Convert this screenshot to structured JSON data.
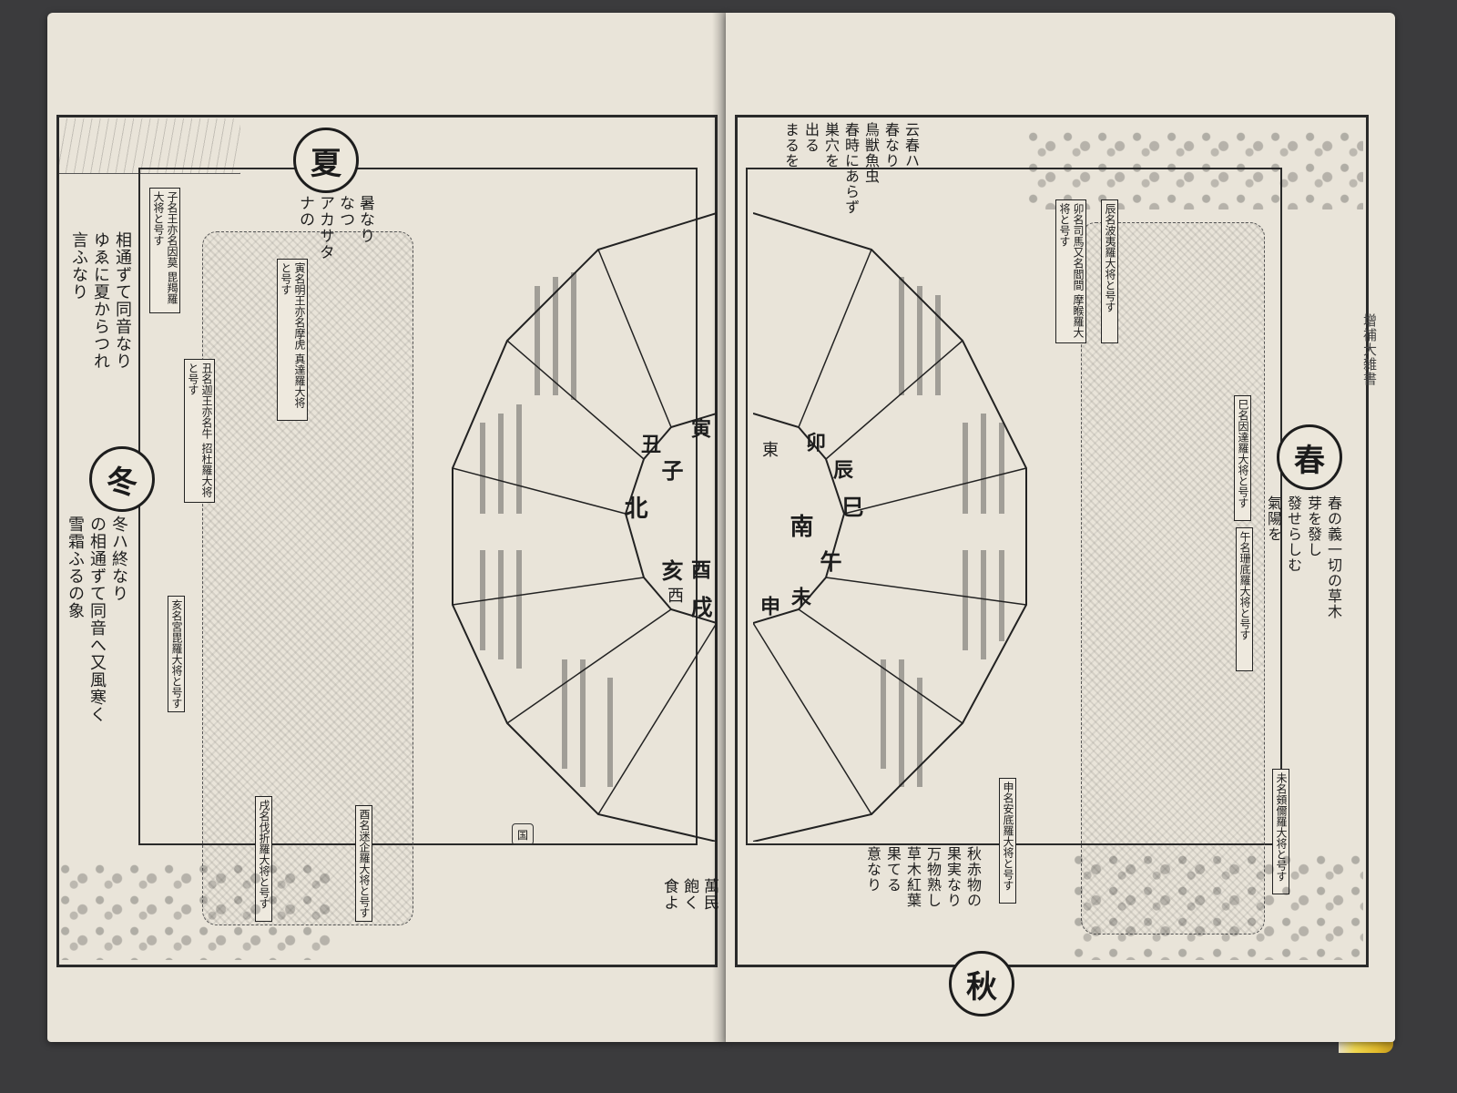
{
  "left_page": {
    "seal_top": "夏",
    "seal_winter": "冬",
    "summer_note": "暑なり\nなつ\nアカサタ\nナの",
    "winter_note_top": "相通ずて同音なり\nゆゑに夏からつれ\n言ふなり",
    "winter_text": "冬ハ終なり\nの相通ずて同音へ又風寒く\n雪霜ふるの象",
    "bottom_note": "萬民\n飽く\n食よ",
    "wheel_signs": [
      "北",
      "子",
      "丑",
      "寅",
      "亥",
      "戌",
      "酉",
      "西"
    ],
    "general_labels": [
      "寅名明王亦名摩虎\n真達羅大将と号す",
      "丑名迦王亦名牛\n招杜羅大将と号す",
      "子名王亦名因莫\n毘羯羅大将と号す",
      "亥名宮毘羅大将と号す",
      "戌名伐折羅大将と号す",
      "酉名迷企羅大将と号す"
    ],
    "stamp": "国"
  },
  "right_page": {
    "seal_spring": "春",
    "seal_autumn": "秋",
    "spring_note_top": "云春ハ\n春なり\n鳥獣魚虫\n春時にあらず\n巣穴を\n出る\nまるを",
    "spring_text": "春の義一切の草木\n芽を發し\n發せらしむ\n氣陽を",
    "autumn_text": "秋赤物の\n果実なり\n万物熟し\n草木紅葉\n果てる\n意なり",
    "wheel_signs": [
      "東",
      "卯",
      "辰",
      "巳",
      "午",
      "未",
      "申",
      "南"
    ],
    "general_labels": [
      "卯名司馬又名閻間\n摩睺羅大将と号す",
      "辰名波夷羅大将と号す",
      "巳名因達羅大将と号す",
      "午名珊底羅大将と号す",
      "未名頞儞羅大将と号す",
      "申名安底羅大将と号す"
    ],
    "side_title": "增補大雑書"
  }
}
